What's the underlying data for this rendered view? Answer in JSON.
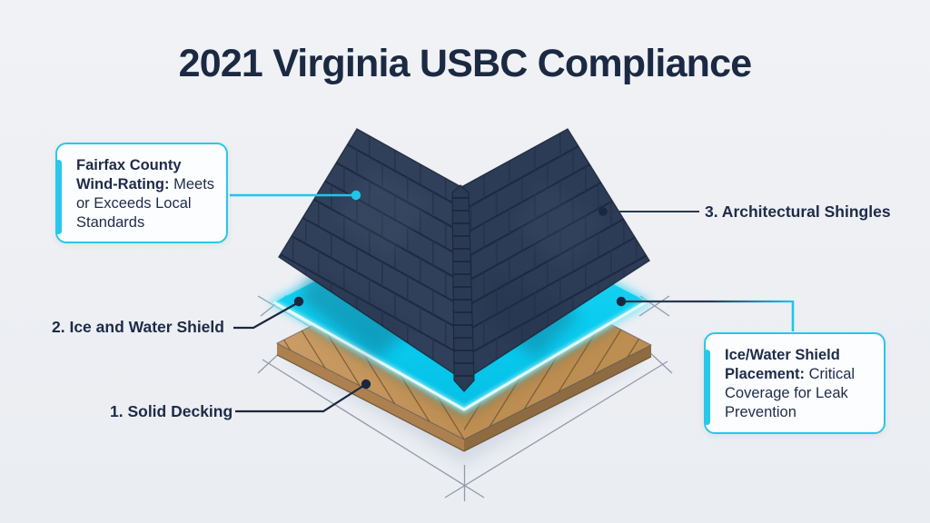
{
  "title": "2021 Virginia USBC Compliance",
  "callouts": {
    "wind_rating": {
      "bold": "Fairfax County Wind-Rating:",
      "rest": "Meets or Exceeds Local Standards"
    },
    "placement": {
      "bold": "Ice/Water Shield Placement:",
      "rest": "Critical Coverage for Leak Prevention"
    }
  },
  "labels": {
    "shingles": "3. Architectural Shingles",
    "ice_shield": "2. Ice and Water Shield",
    "decking": "1. Solid Decking"
  },
  "diagram": {
    "layers": [
      "Architectural Shingles",
      "Ice and Water Shield",
      "Solid Decking"
    ]
  },
  "colors": {
    "background": "#edeff3",
    "text_dark": "#1e2b48",
    "accent_cyan": "#29c7e9",
    "membrane_cyan": "#0bcdf0",
    "shingle_navy": "#2f3e58",
    "wood_tan": "#c29459",
    "dimension_gray": "#8d97a8"
  }
}
